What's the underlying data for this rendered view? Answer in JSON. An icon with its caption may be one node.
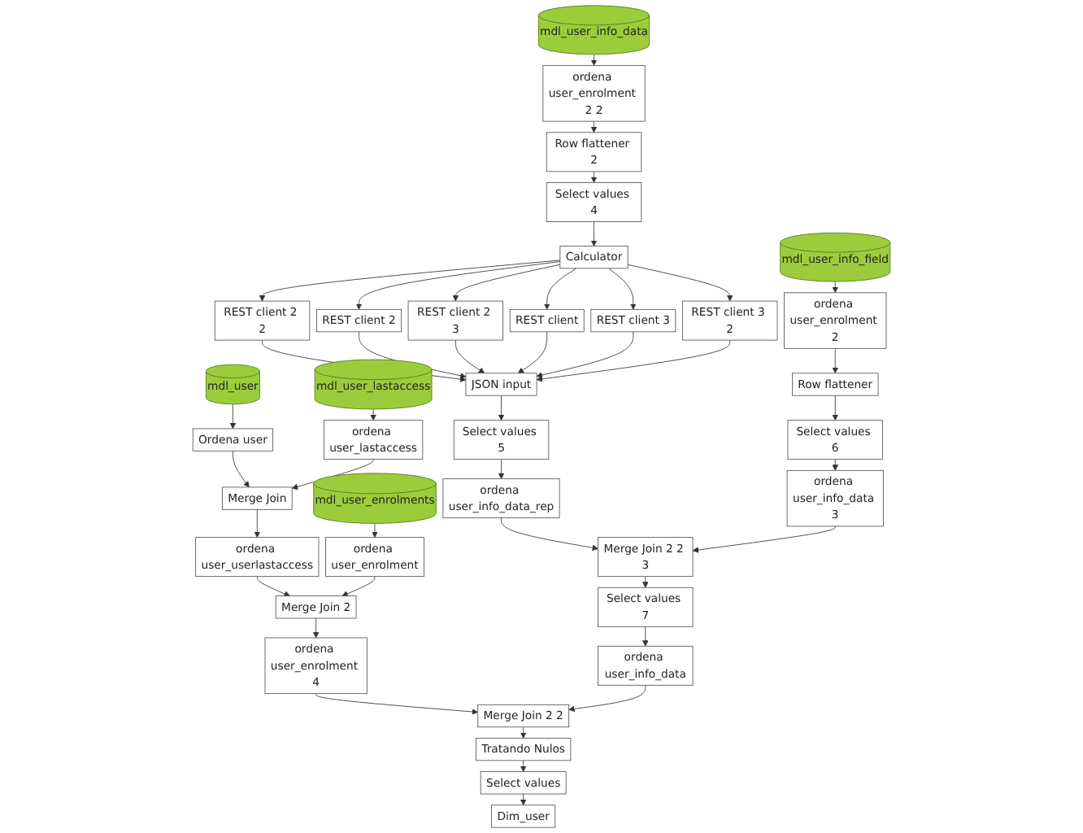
{
  "diagram": {
    "nodes": [
      {
        "text": [
          "mdl_user"
        ]
      },
      {
        "text": [
          "Ordena user"
        ]
      },
      {
        "text": [
          "ordena user_userlastaccess"
        ]
      },
      {
        "text": [
          "ordena user_enrolment 4"
        ]
      },
      {
        "text": [
          "Merge Join"
        ]
      },
      {
        "text": [
          "Merge Join 2"
        ]
      },
      {
        "text": [
          "Merge Join 2 2"
        ]
      },
      {
        "text": [
          "Tratando Nulos"
        ]
      },
      {
        "text": [
          "Select values"
        ]
      },
      {
        "text": [
          "Dim_user"
        ]
      },
      {
        "text": [
          "ordena user_lastaccess"
        ]
      },
      {
        "text": [
          "ordena user_info_data"
        ]
      },
      {
        "text": [
          "mdl_user_lastaccess"
        ]
      },
      {
        "text": [
          "ordena user_enrolment"
        ]
      },
      {
        "text": [
          "Select values 7"
        ]
      },
      {
        "text": [
          "Select values 5"
        ]
      },
      {
        "text": [
          "mdl_user_enrolments"
        ]
      },
      {
        "text": [
          "Merge Join 2 2 3"
        ]
      },
      {
        "text": [
          "ordena user_info_data_rep"
        ]
      },
      {
        "text": [
          "JSON input"
        ]
      },
      {
        "text": [
          "ordena user_info_data 3"
        ]
      },
      {
        "text": [
          "REST client 2 2"
        ]
      },
      {
        "text": [
          "REST client 2"
        ]
      },
      {
        "text": [
          "REST client 2 3"
        ]
      },
      {
        "text": [
          "REST client"
        ]
      },
      {
        "text": [
          "REST client 3"
        ]
      },
      {
        "text": [
          "REST client 3 2"
        ]
      },
      {
        "text": [
          "Row flattener"
        ]
      },
      {
        "text": [
          "Select values 6"
        ]
      },
      {
        "text": [
          "Row flattener 2"
        ]
      },
      {
        "text": [
          "Select values 4"
        ]
      },
      {
        "text": [
          "Calculator"
        ]
      },
      {
        "text": [
          "ordena user_enrolment 2"
        ]
      },
      {
        "text": [
          "ordena user_enrolment 2 2"
        ]
      },
      {
        "text": [
          "mdl_user_info_field"
        ]
      },
      {
        "text": [
          "mdl_user_info_data"
        ]
      }
    ],
    "edges": [
      {
        "from": 0,
        "to": 1,
        "arrow": "to"
      },
      {
        "from": 1,
        "to": 4,
        "arrow": "to"
      },
      {
        "from": 12,
        "to": 10,
        "arrow": "to"
      },
      {
        "from": 10,
        "to": 4,
        "arrow": "to"
      },
      {
        "from": 4,
        "to": 2,
        "arrow": "to"
      },
      {
        "from": 2,
        "to": 5,
        "arrow": "to"
      },
      {
        "from": 16,
        "to": 13,
        "arrow": "to"
      },
      {
        "from": 13,
        "to": 5,
        "arrow": "to"
      },
      {
        "from": 5,
        "to": 3,
        "arrow": "to"
      },
      {
        "from": 3,
        "to": 6,
        "arrow": "to"
      },
      {
        "from": 11,
        "to": 6,
        "arrow": "to"
      },
      {
        "from": 6,
        "to": 7,
        "arrow": "to"
      },
      {
        "from": 7,
        "to": 8,
        "arrow": "to"
      },
      {
        "from": 8,
        "to": 9,
        "arrow": "to"
      },
      {
        "from": 14,
        "to": 11,
        "arrow": "to"
      },
      {
        "from": 17,
        "to": 14,
        "arrow": "to"
      },
      {
        "from": 18,
        "to": 17,
        "arrow": "to"
      },
      {
        "from": 20,
        "to": 17,
        "arrow": "to"
      },
      {
        "from": 15,
        "to": 18,
        "arrow": "to"
      },
      {
        "from": 19,
        "to": 15,
        "arrow": "to"
      },
      {
        "from": 21,
        "to": 19,
        "arrow": "to"
      },
      {
        "from": 22,
        "to": 19,
        "arrow": "to"
      },
      {
        "from": 23,
        "to": 19,
        "arrow": "to"
      },
      {
        "from": 24,
        "to": 19,
        "arrow": "to"
      },
      {
        "from": 25,
        "to": 19,
        "arrow": "to"
      },
      {
        "from": 26,
        "to": 19,
        "arrow": "to"
      },
      {
        "from": 31,
        "to": 21,
        "arrow": "to"
      },
      {
        "from": 31,
        "to": 22,
        "arrow": "to"
      },
      {
        "from": 31,
        "to": 23,
        "arrow": "to"
      },
      {
        "from": 31,
        "to": 24,
        "arrow": "to"
      },
      {
        "from": 31,
        "to": 25,
        "arrow": "to"
      },
      {
        "from": 31,
        "to": 26,
        "arrow": "to"
      },
      {
        "from": 30,
        "to": 31,
        "arrow": "to"
      },
      {
        "from": 29,
        "to": 30,
        "arrow": "to"
      },
      {
        "from": 33,
        "to": 29,
        "arrow": "to"
      },
      {
        "from": 35,
        "to": 33,
        "arrow": "to"
      },
      {
        "from": 28,
        "to": 20,
        "arrow": "to"
      },
      {
        "from": 27,
        "to": 28,
        "arrow": "to"
      },
      {
        "from": 32,
        "to": 27,
        "arrow": "to"
      },
      {
        "from": 34,
        "to": 32,
        "arrow": "to"
      }
    ]
  }
}
